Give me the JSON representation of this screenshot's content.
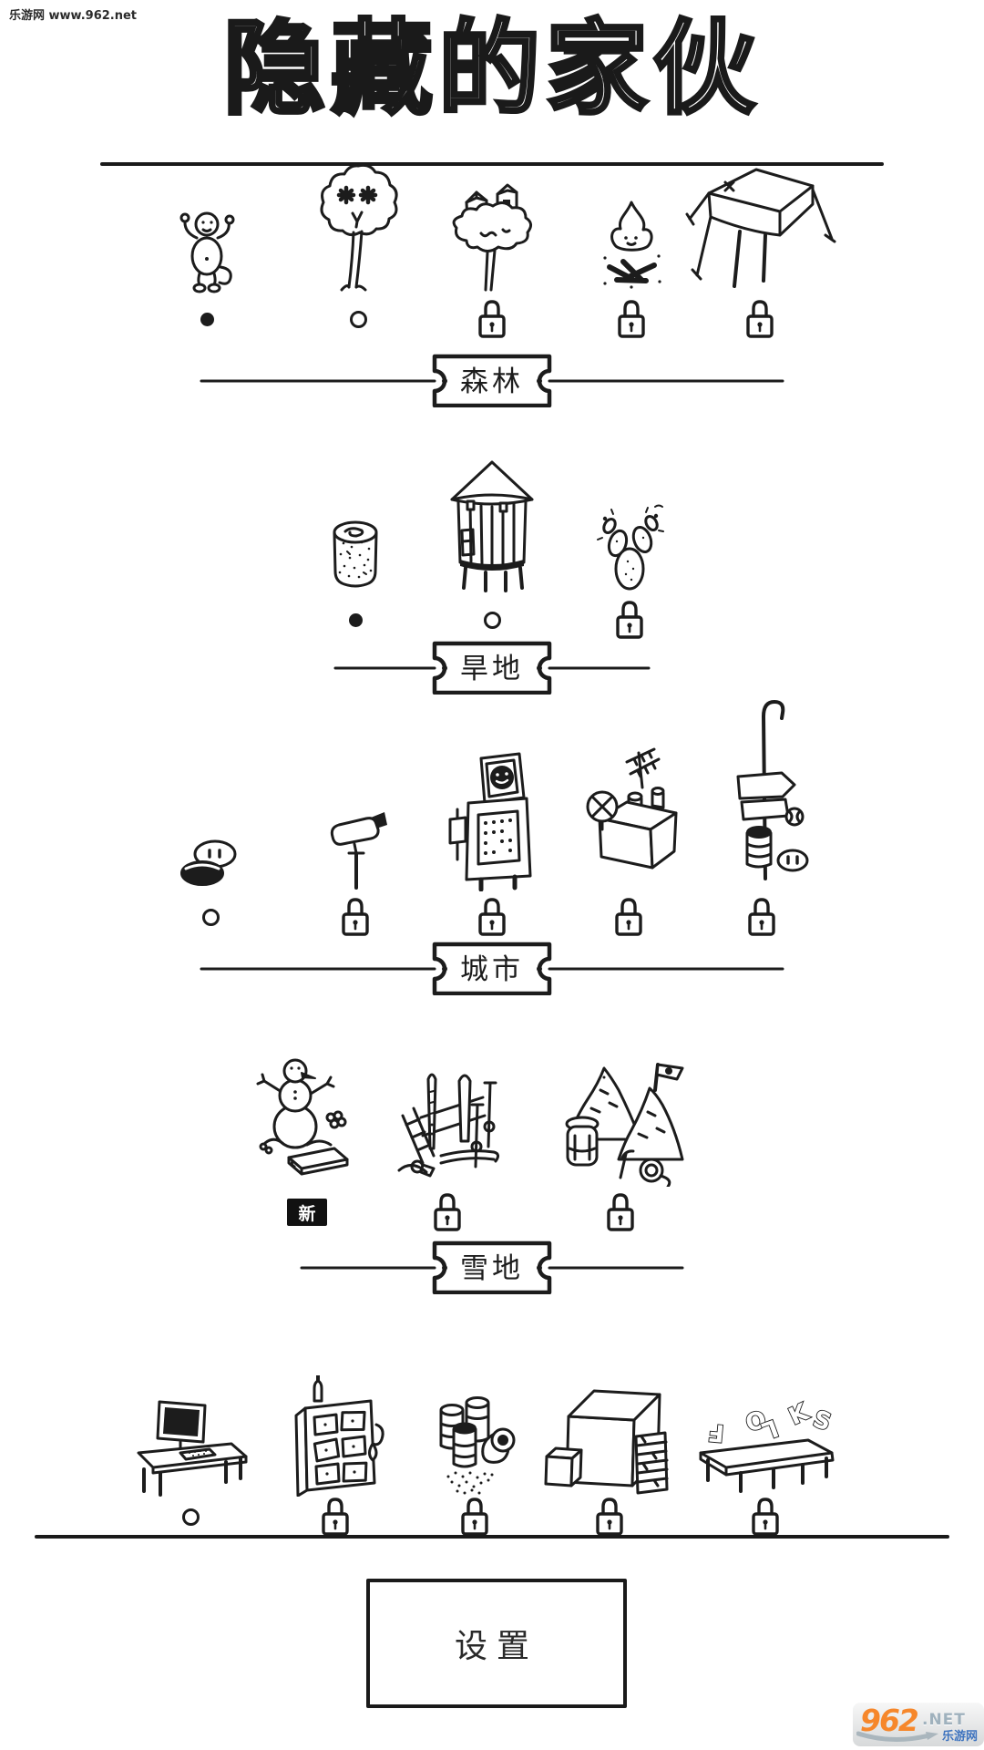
{
  "watermark": "乐游网 www.962.net",
  "title": "隐藏的家伙",
  "levels": [
    {
      "name": "森林",
      "items": [
        {
          "icon": "monkey",
          "status": "completed"
        },
        {
          "icon": "tree-face",
          "status": "unlocked"
        },
        {
          "icon": "treetop-houses",
          "status": "locked"
        },
        {
          "icon": "campfire",
          "status": "locked"
        },
        {
          "icon": "tarp-tent",
          "status": "locked"
        }
      ]
    },
    {
      "name": "旱地",
      "items": [
        {
          "icon": "tree-stump",
          "status": "completed"
        },
        {
          "icon": "water-tower",
          "status": "unlocked"
        },
        {
          "icon": "cactus",
          "status": "locked"
        }
      ]
    },
    {
      "name": "城市",
      "items": [
        {
          "icon": "manhole-peeker",
          "status": "unlocked"
        },
        {
          "icon": "security-camera",
          "status": "locked"
        },
        {
          "icon": "screen-machine",
          "status": "locked"
        },
        {
          "icon": "satellite-unit",
          "status": "locked"
        },
        {
          "icon": "street-signpost",
          "status": "locked"
        }
      ]
    },
    {
      "name": "雪地",
      "items": [
        {
          "icon": "snowman",
          "status": "new",
          "badge": "新"
        },
        {
          "icon": "ski-rack",
          "status": "locked"
        },
        {
          "icon": "peaks-flag",
          "status": "locked"
        }
      ]
    },
    {
      "name": "",
      "items": [
        {
          "icon": "computer-desk",
          "status": "unlocked"
        },
        {
          "icon": "storage-cabinet",
          "status": "locked"
        },
        {
          "icon": "barrels",
          "status": "locked"
        },
        {
          "icon": "crates",
          "status": "locked"
        },
        {
          "icon": "letter-bench",
          "status": "locked"
        }
      ]
    }
  ],
  "bench_letters": [
    "F",
    "O",
    "L",
    "K",
    "S"
  ],
  "settings": {
    "label": "设置"
  },
  "logo": {
    "number": "962",
    "net": ".NET",
    "site": "乐游网"
  },
  "colors": {
    "ink": "#1c1c1c",
    "background": "#ffffff",
    "logo_orange": "#f6872b",
    "logo_net_gray": "#9fb1bd",
    "logo_blue": "#3f74bf",
    "logo_bg": "#e4e6e7"
  }
}
